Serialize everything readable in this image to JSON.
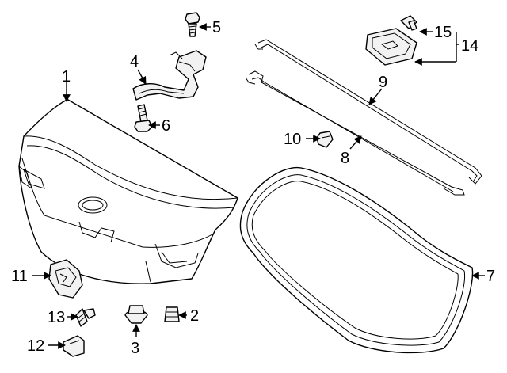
{
  "callouts": {
    "c1": "1",
    "c2": "2",
    "c3": "3",
    "c4": "4",
    "c5": "5",
    "c6": "6",
    "c7": "7",
    "c8": "8",
    "c9": "9",
    "c10": "10",
    "c11": "11",
    "c12": "12",
    "c13": "13",
    "c14": "14",
    "c15": "15"
  },
  "colors": {
    "line": "#000000",
    "part_fill": "#f2f2f2",
    "background": "#ffffff"
  }
}
